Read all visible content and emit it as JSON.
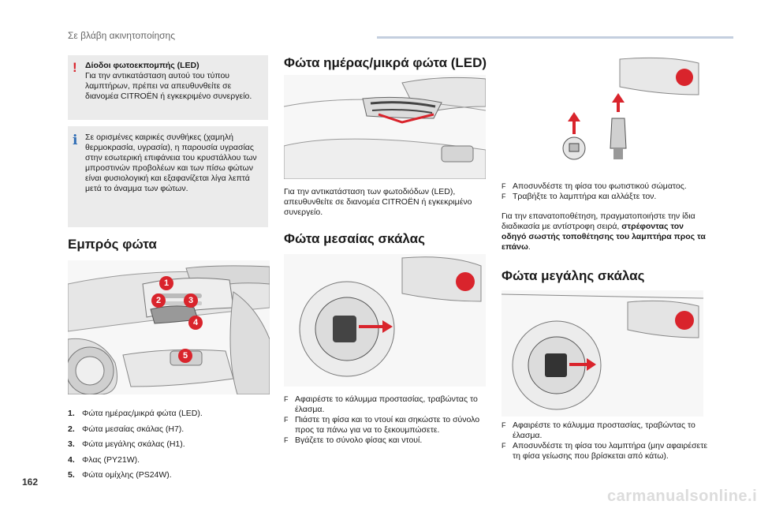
{
  "header": {
    "title": "Σε βλάβη ακινητοποίησης"
  },
  "page_number": "162",
  "footer_mark": "carmanualsonline.info",
  "warning": {
    "title": "Δίοδοι φωτοεκπομπής (LED)",
    "text": "Για την αντικατάσταση αυτού του τύπου λαμπτήρων, πρέπει να απευθυνθείτε σε διανομέα CITROËN ή εγκεκριμένο συνεργείο."
  },
  "info": {
    "text": "Σε ορισμένες καιρικές συνθήκες (χαμηλή θερμοκρασία, υγρασία), η παρουσία υγρασίας στην εσωτερική επιφάνεια του κρυστάλλου των μπροστινών προβολέων και των πίσω φώτων είναι φυσιολογική και εξαφανίζεται λίγα λεπτά μετά το άναμμα των φώτων."
  },
  "front_lights": {
    "title": "Εμπρός φώτα",
    "callouts": [
      "1",
      "2",
      "3",
      "4",
      "5"
    ],
    "list": [
      {
        "n": "1.",
        "label": "Φώτα ημέρας/μικρά φώτα (LED)."
      },
      {
        "n": "2.",
        "label": "Φώτα μεσαίας σκάλας (H7)."
      },
      {
        "n": "3.",
        "label": "Φώτα μεγάλης σκάλας (H1)."
      },
      {
        "n": "4.",
        "label": "Φλας (PY21W)."
      },
      {
        "n": "5.",
        "label": "Φώτα ομίχλης (PS24W)."
      }
    ]
  },
  "drl": {
    "title": "Φώτα ημέρας/μικρά φώτα (LED)",
    "text": "Για την αντικατάσταση των φωτοδιόδων (LED), απευθυνθείτε σε διανομέα CITROËN ή εγκεκριμένο συνεργείο."
  },
  "low_beam": {
    "title": "Φώτα μεσαίας σκάλας",
    "steps": [
      "Αφαιρέστε το κάλυμμα προστασίας, τραβώντας το έλασμα.",
      "Πιάστε τη φίσα και το ντουί και σηκώστε το σύνολο προς τα πάνω για να το ξεκουμπώσετε.",
      "Βγάζετε το σύνολο φίσας και ντουί."
    ]
  },
  "bulb_removal": {
    "steps": [
      "Αποσυνδέστε τη φίσα του φωτιστικού σώματος.",
      "Τραβήξτε το λαμπτήρα και αλλάξτε τον."
    ],
    "refit_text": "Για την επανατοποθέτηση, πραγματοποιήστε την ίδια διαδικασία με αντίστροφη σειρά,",
    "refit_bold": "στρέφοντας τον οδηγό σωστής τοποθέτησης του λαμπτήρα προς τα επάνω",
    "refit_end": "."
  },
  "high_beam": {
    "title": "Φώτα μεγάλης σκάλας",
    "steps": [
      "Αφαιρέστε το κάλυμμα προστασίας, τραβώντας το έλασμα.",
      "Αποσυνδέστε τη φίσα του λαμπτήρα (μην αφαιρέσετε τη φίσα γείωσης που βρίσκεται από κάτω)."
    ]
  },
  "bullet_mark": "F",
  "colors": {
    "accent_red": "#d9242c",
    "info_blue": "#2f6db5",
    "note_bg": "#ebebeb"
  }
}
